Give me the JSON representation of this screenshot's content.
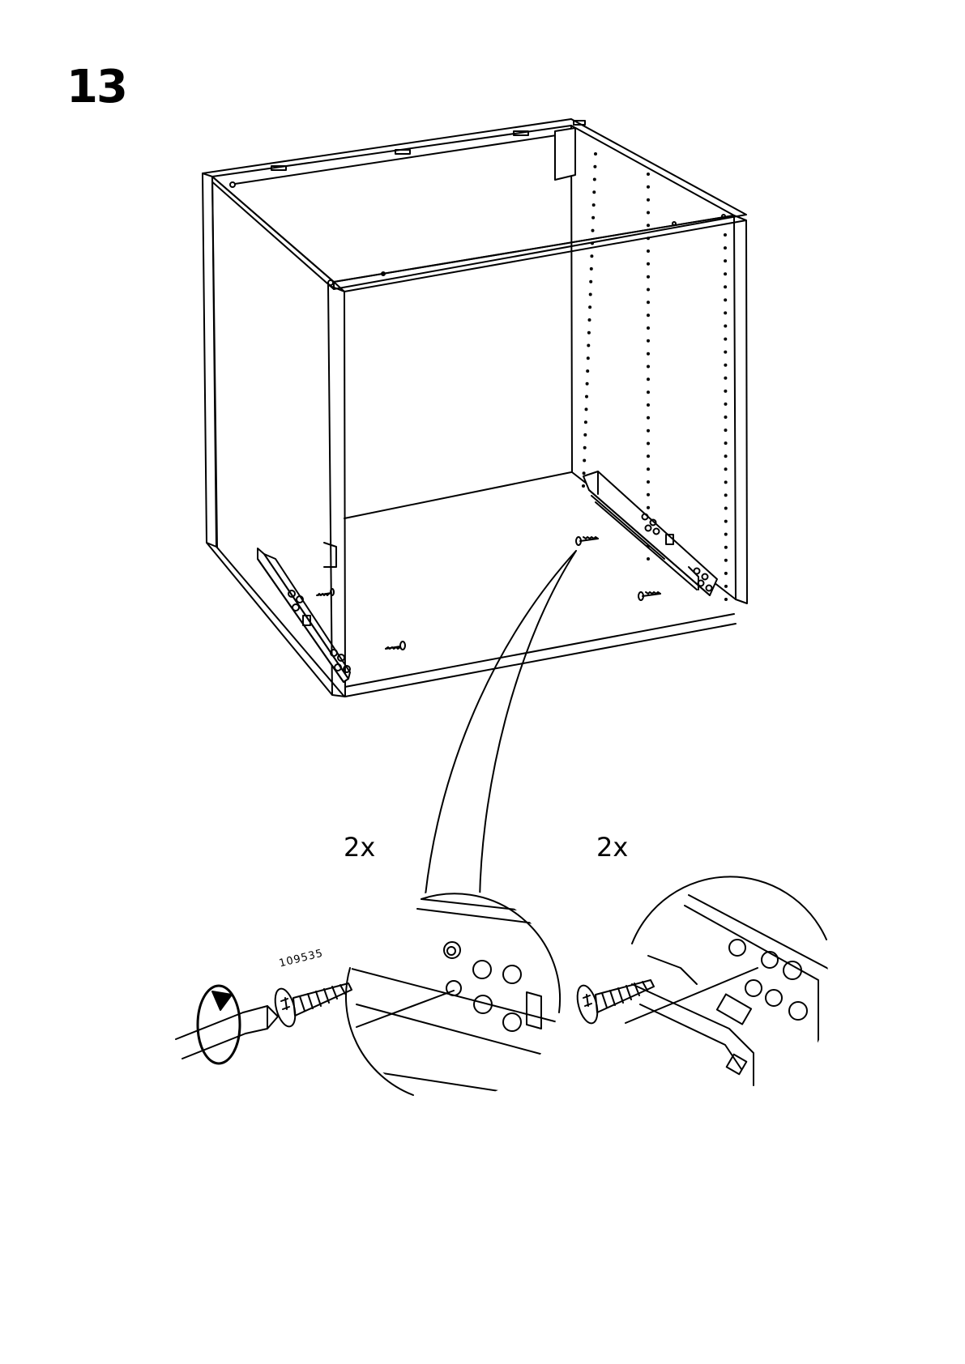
{
  "step": {
    "number": "13"
  },
  "detail_left": {
    "quantity": "2x",
    "part_number": "109535"
  },
  "detail_right": {
    "quantity": "2x"
  },
  "icons": [
    "screwdriver-icon",
    "rotate-clockwise-icon",
    "screw-icon"
  ]
}
